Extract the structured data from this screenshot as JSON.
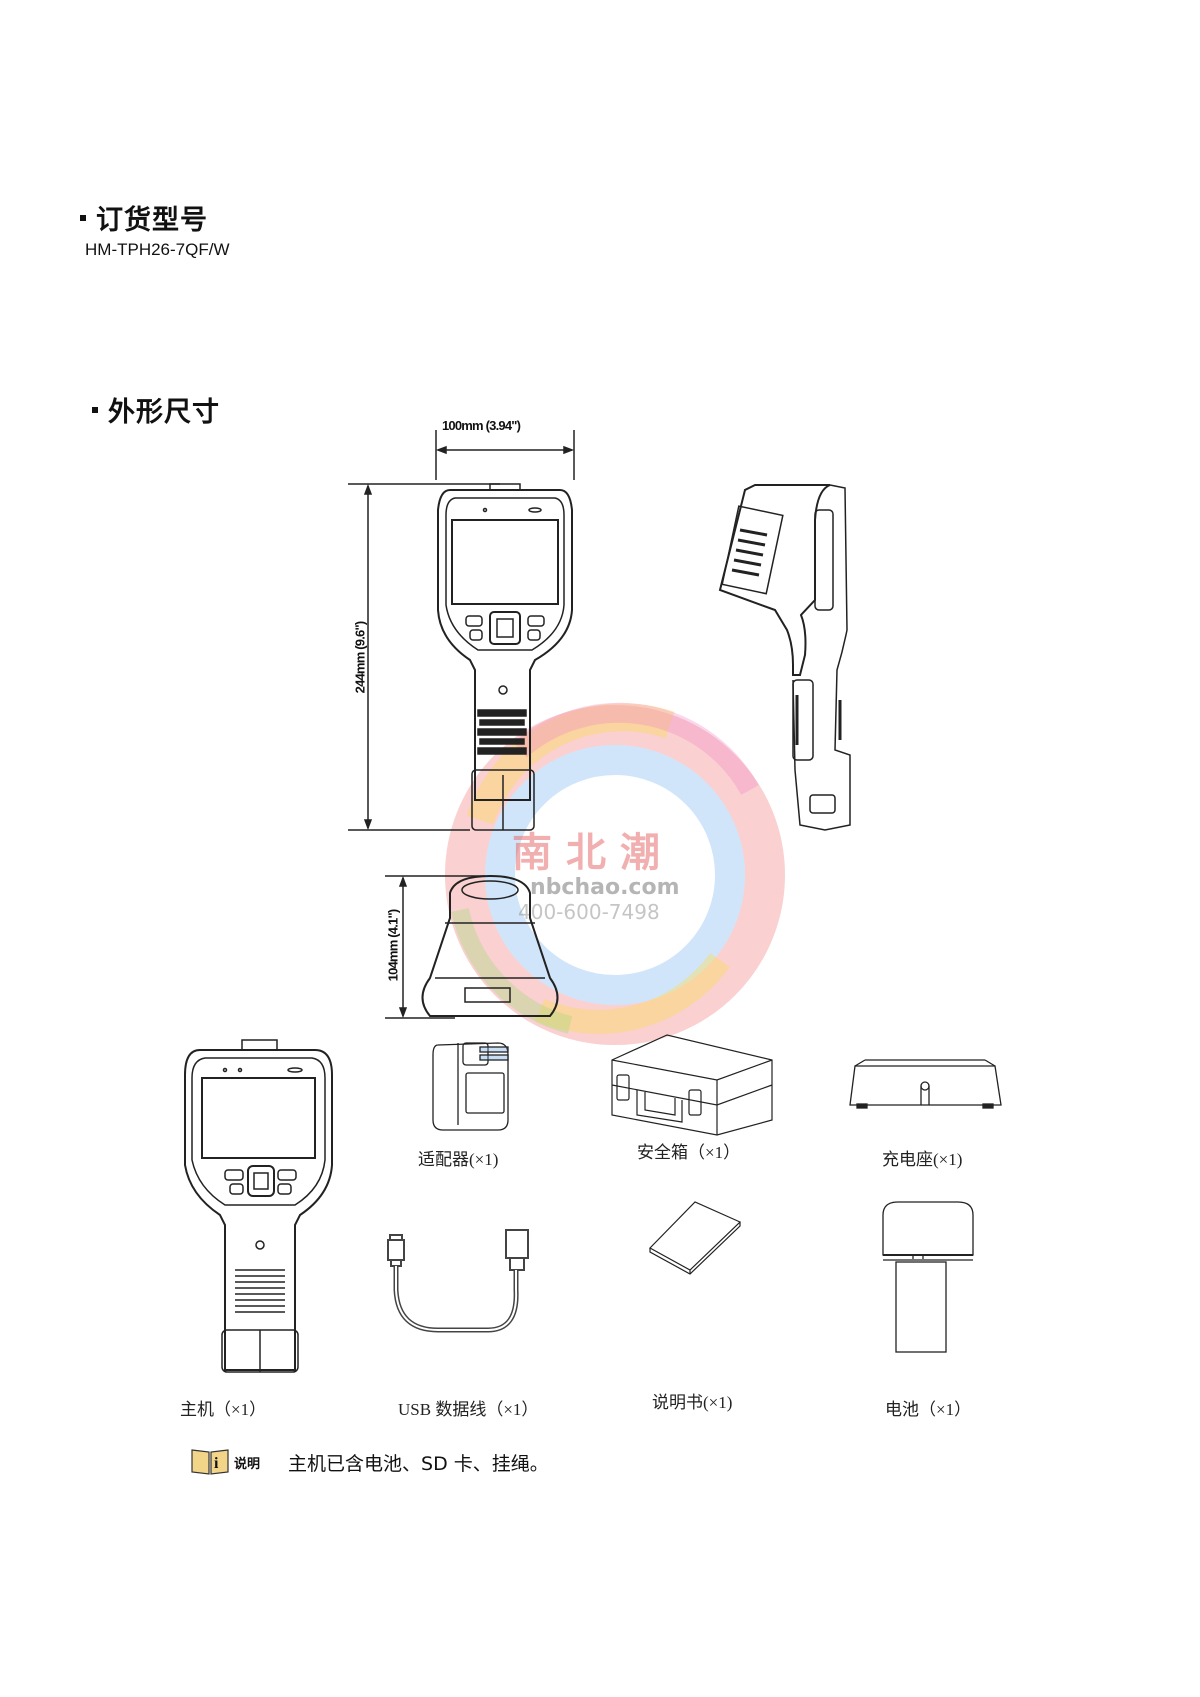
{
  "ordering": {
    "title": "订货型号",
    "model": "HM-TPH26-7QF/W"
  },
  "dimensions": {
    "title": "外形尺寸",
    "width_label": "100mm (3.94\")",
    "height_label": "244mm (9.6\")",
    "depth_label": "104mm (4.1\")"
  },
  "watermark": {
    "brand_cn": "南北潮",
    "url": "nbchao.com",
    "phone": "400-600-7498"
  },
  "package_contents": {
    "items": [
      {
        "label": "主机（×1）",
        "icon": "thermal-camera-icon"
      },
      {
        "label": "适配器(×1)",
        "icon": "power-adapter-icon"
      },
      {
        "label": "安全箱（×1）",
        "icon": "safety-case-icon"
      },
      {
        "label": "充电座(×1)",
        "icon": "charging-dock-icon"
      },
      {
        "label": "USB 数据线（×1）",
        "icon": "usb-cable-icon"
      },
      {
        "label": "说明书(×1)",
        "icon": "manual-book-icon"
      },
      {
        "label": "电池（×1）",
        "icon": "battery-icon"
      }
    ]
  },
  "note": {
    "tag": "说明",
    "text": "主机已含电池、SD 卡、挂绳。"
  },
  "colors": {
    "text": "#111111",
    "line": "#222222",
    "note_icon_fill": "#f3d58a"
  }
}
